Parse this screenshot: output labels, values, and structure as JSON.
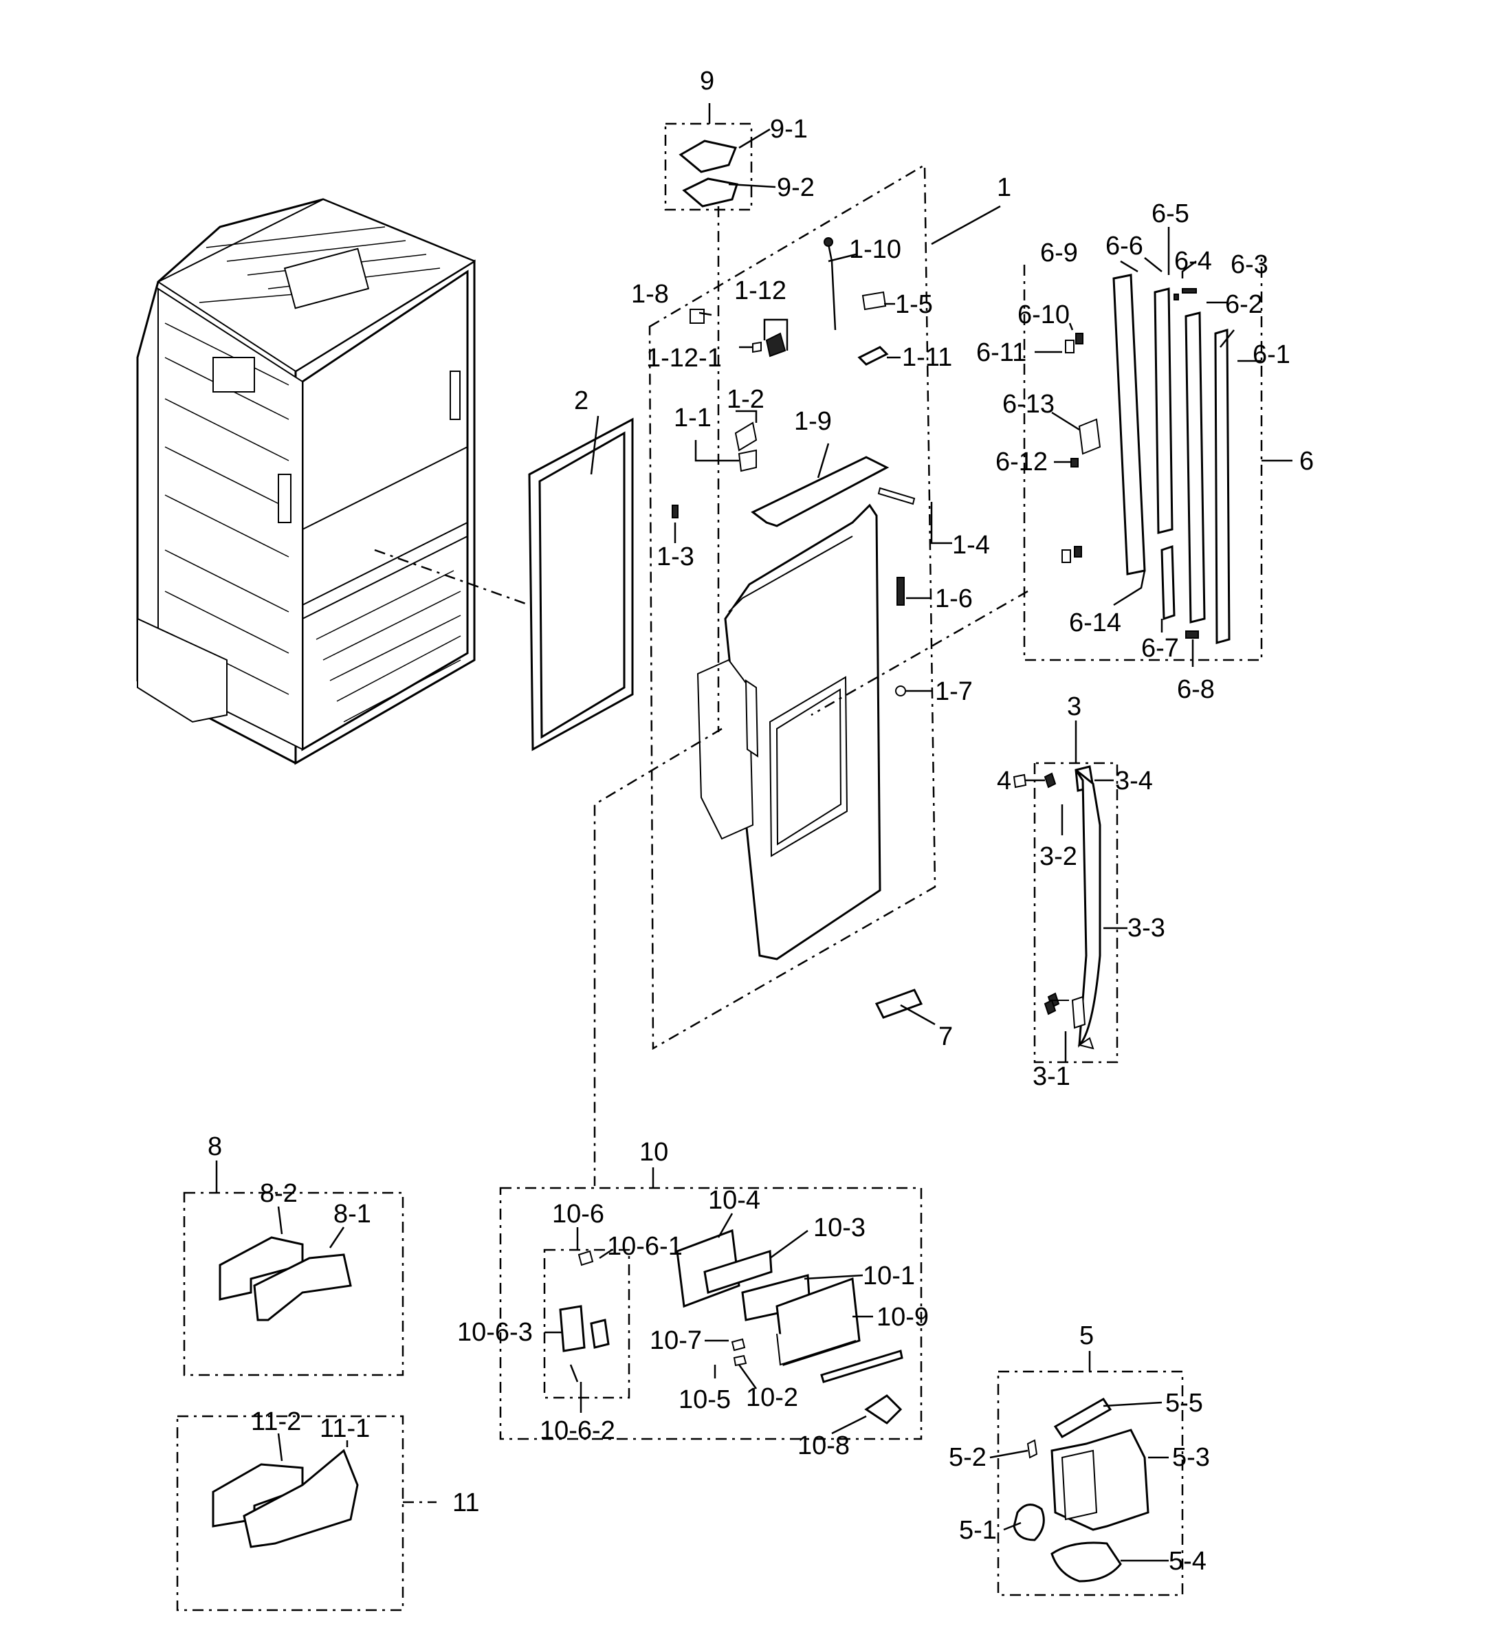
{
  "labels": {
    "l9": "9",
    "l9_1": "9-1",
    "l9_2": "9-2",
    "l1": "1",
    "l1_1": "1-1",
    "l1_2": "1-2",
    "l1_3": "1-3",
    "l1_4": "1-4",
    "l1_5": "1-5",
    "l1_6": "1-6",
    "l1_7": "1-7",
    "l1_8": "1-8",
    "l1_9": "1-9",
    "l1_10": "1-10",
    "l1_11": "1-11",
    "l1_12": "1-12",
    "l1_12_1": "1-12-1",
    "l2": "2",
    "l3": "3",
    "l3_1": "3-1",
    "l3_2": "3-2",
    "l3_3": "3-3",
    "l3_4": "3-4",
    "l4": "4",
    "l5": "5",
    "l5_1": "5-1",
    "l5_2": "5-2",
    "l5_3": "5-3",
    "l5_4": "5-4",
    "l5_5": "5-5",
    "l6": "6",
    "l6_1": "6-1",
    "l6_2": "6-2",
    "l6_3": "6-3",
    "l6_4": "6-4",
    "l6_5": "6-5",
    "l6_6": "6-6",
    "l6_7": "6-7",
    "l6_8": "6-8",
    "l6_9": "6-9",
    "l6_10": "6-10",
    "l6_11": "6-11",
    "l6_12": "6-12",
    "l6_13": "6-13",
    "l6_14": "6-14",
    "l7": "7",
    "l8": "8",
    "l8_1": "8-1",
    "l8_2": "8-2",
    "l10": "10",
    "l10_1": "10-1",
    "l10_2": "10-2",
    "l10_3": "10-3",
    "l10_4": "10-4",
    "l10_5": "10-5",
    "l10_6": "10-6",
    "l10_6_1": "10-6-1",
    "l10_6_2": "10-6-2",
    "l10_6_3": "10-6-3",
    "l10_7": "10-7",
    "l10_8": "10-8",
    "l10_9": "10-9",
    "l11": "11",
    "l11_1": "11-1",
    "l11_2": "11-2"
  }
}
